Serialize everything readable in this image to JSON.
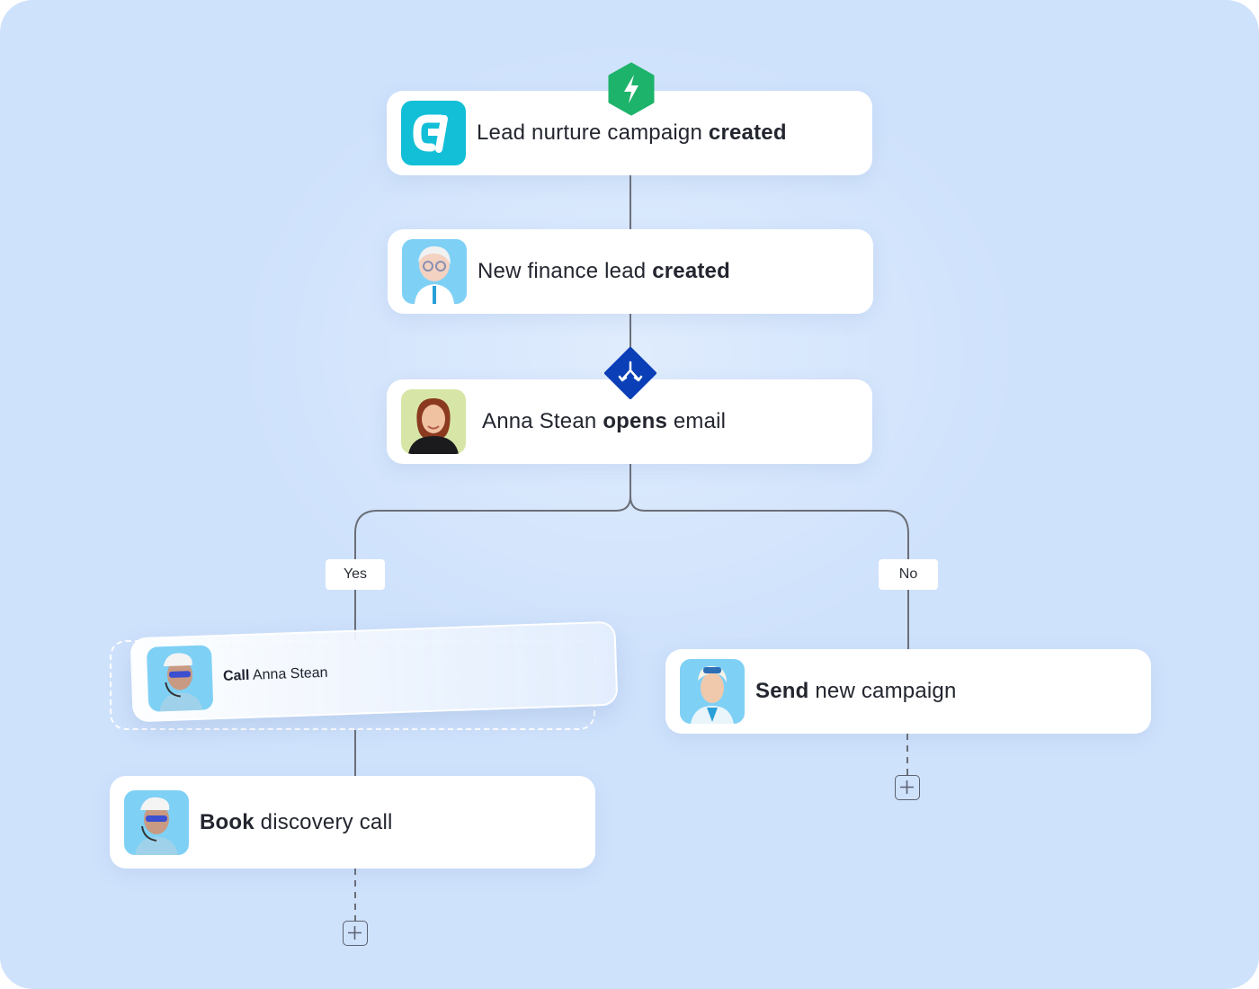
{
  "nodes": {
    "trigger": {
      "prefix": "Lead nurture campaign ",
      "bold": "created",
      "icon": "hubspot-logo-icon",
      "badge_icon": "lightning-bolt-icon"
    },
    "lead": {
      "prefix": "New finance lead ",
      "bold": "created",
      "icon": "agent-avatar-icon"
    },
    "branch": {
      "prefix": "Anna Stean ",
      "bold": "opens",
      "suffix": " email",
      "icon": "person-photo-icon",
      "badge_icon": "branch-split-icon"
    },
    "call": {
      "bold": "Call",
      "suffix": " Anna Stean",
      "icon": "agent-avatar-icon"
    },
    "book": {
      "bold": "Book",
      "suffix": " discovery call",
      "icon": "agent-avatar-icon"
    },
    "send": {
      "bold": "Send",
      "suffix": " new campaign",
      "icon": "agent-avatar-icon"
    }
  },
  "branches": {
    "yes_label": "Yes",
    "no_label": "No"
  },
  "colors": {
    "background": "#cfe2fc",
    "trigger_badge": "#1db36a",
    "branch_badge": "#0b3fb8",
    "logo_tile": "#12bfd6",
    "connector": "#6b6f78"
  }
}
